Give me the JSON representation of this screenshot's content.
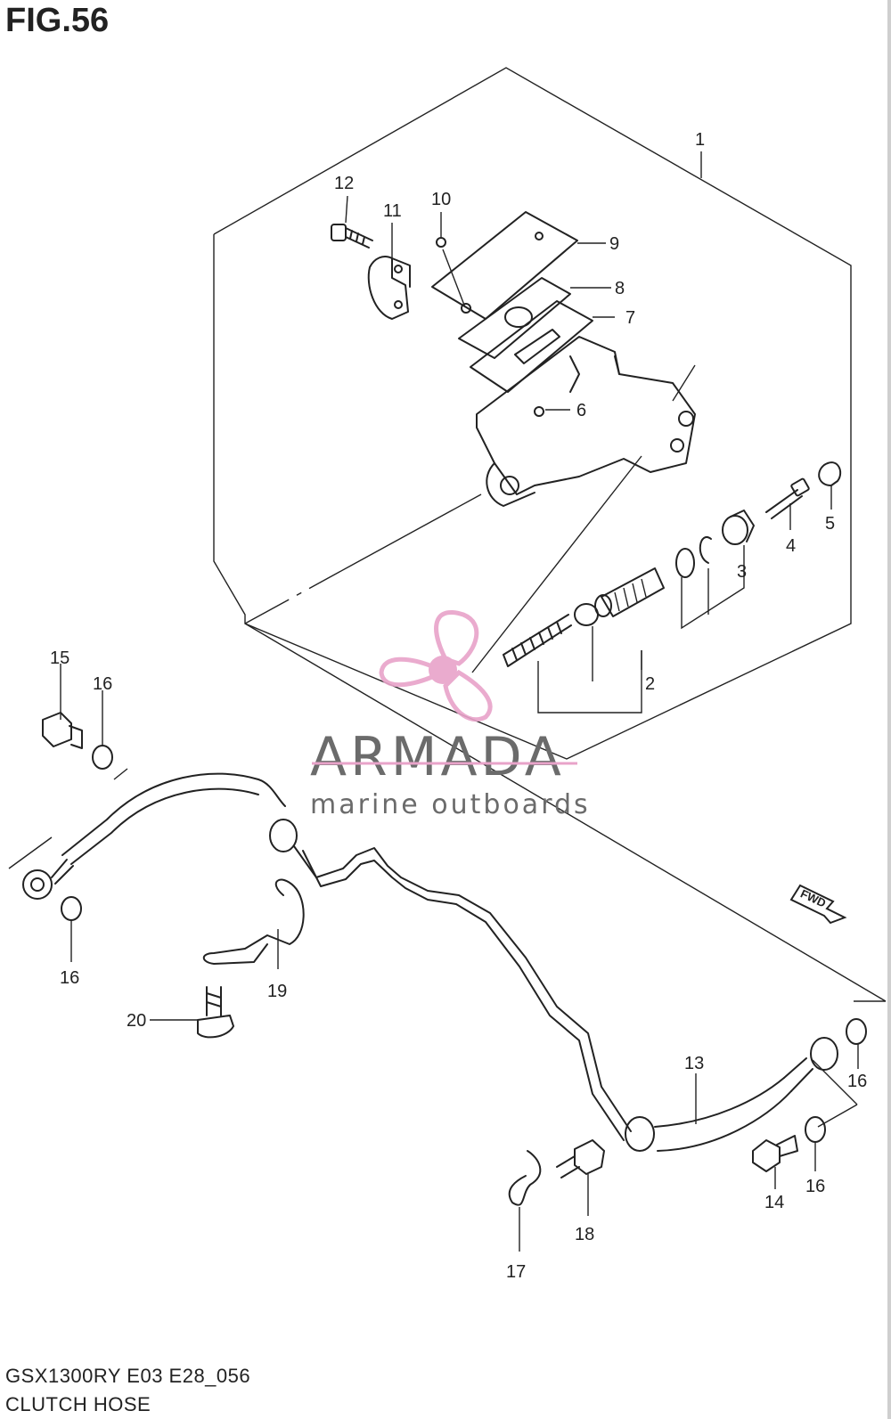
{
  "figure": {
    "title": "FIG.56",
    "footer_code": "GSX1300RY E03 E28_056",
    "footer_name": "CLUTCH HOSE"
  },
  "watermark": {
    "brand": "ARMADA",
    "tagline": "marine outboards",
    "color": "#e8a3c9"
  },
  "fwd_label": "FWD",
  "callouts": [
    {
      "key": "c1",
      "label": "1"
    },
    {
      "key": "c2",
      "label": "2"
    },
    {
      "key": "c3",
      "label": "3"
    },
    {
      "key": "c4",
      "label": "4"
    },
    {
      "key": "c5",
      "label": "5"
    },
    {
      "key": "c6",
      "label": "6"
    },
    {
      "key": "c7",
      "label": "7"
    },
    {
      "key": "c8",
      "label": "8"
    },
    {
      "key": "c9",
      "label": "9"
    },
    {
      "key": "c10",
      "label": "10"
    },
    {
      "key": "c11",
      "label": "11"
    },
    {
      "key": "c12",
      "label": "12"
    },
    {
      "key": "c13",
      "label": "13"
    },
    {
      "key": "c14",
      "label": "14"
    },
    {
      "key": "c15",
      "label": "15"
    },
    {
      "key": "c16a",
      "label": "16"
    },
    {
      "key": "c16b",
      "label": "16"
    },
    {
      "key": "c16c",
      "label": "16"
    },
    {
      "key": "c16d",
      "label": "16"
    },
    {
      "key": "c17",
      "label": "17"
    },
    {
      "key": "c18",
      "label": "18"
    },
    {
      "key": "c19",
      "label": "19"
    },
    {
      "key": "c20",
      "label": "20"
    }
  ]
}
